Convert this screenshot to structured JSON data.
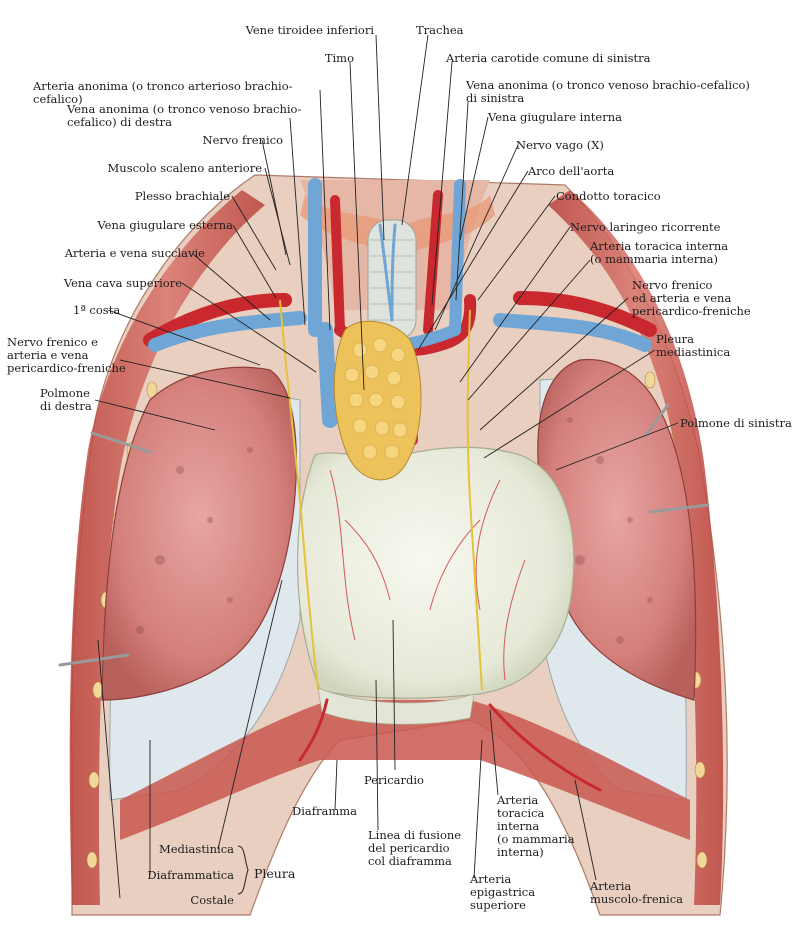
{
  "labels": {
    "vene_tiroidee_inferiori": "Vene tiroidee inferiori",
    "trachea": "Trachea",
    "timo": "Timo",
    "arteria_carotide_sx": "Arteria carotide comune di sinistra",
    "arteria_anonima": "Arteria anonima (o tronco arterioso brachio-cefalico)",
    "vena_anonima_sx": "Vena anonima (o tronco venoso brachio-cefalico)\ndi sinistra",
    "vena_anonima_dx": "Vena anonima (o tronco venoso brachio-\ncefalico) di destra",
    "vena_giugulare_interna": "Vena giugulare interna",
    "nervo_frenico": "Nervo frenico",
    "nervo_vago": "Nervo vago (X)",
    "muscolo_scaleno": "Muscolo scaleno anteriore",
    "arco_aorta": "Arco dell'aorta",
    "plesso_brachiale": "Plesso brachiale",
    "condotto_toracico": "Condotto toracico",
    "vena_giugulare_esterna": "Vena giugulare esterna",
    "nervo_laringeo": "Nervo laringeo ricorrente",
    "arteria_toracica_interna_top": "Arteria toracica interna\n(o mammaria interna)",
    "arteria_vena_succlavie": "Arteria e vena succlavie",
    "vena_cava_superiore": "Vena cava superiore",
    "nervo_frenico_sx": "Nervo frenico\ned arteria e vena\npericardico-freniche",
    "prima_costa": "1ª costa",
    "pleura_mediastinica": "Pleura\nmediastinica",
    "nervo_frenico_dx": "Nervo frenico e\narteria e vena\npericardico-freniche",
    "polmone_destra": "Polmone\ndi destra",
    "polmone_sinistra": "Polmone di sinistra",
    "pericardio": "Pericardio",
    "diaframma": "Diaframma",
    "linea_fusione": "Linea di fusione\ndel pericardio\ncol diaframma",
    "arteria_toracica_interna_bottom": "Arteria\ntoracica\ninterna\n(o mammaria\ninterna)",
    "mediastinica": "Mediastinica",
    "diaframmatica": "Diaframmatica",
    "costale": "Costale",
    "pleura": "Pleura",
    "arteria_epigastrica": "Arteria\nepigastrica\nsuperiore",
    "arteria_muscolo_frenica": "Arteria\nmuscolo-frenica"
  },
  "colors": {
    "artery": "#c8282e",
    "vein": "#6fa6d6",
    "lung": "#d98a88",
    "pericardium": "#eef0e4",
    "thymus": "#eec25a",
    "muscle": "#c9574f",
    "pleura_cavity": "#dfe8ec",
    "leader": "#222222"
  }
}
